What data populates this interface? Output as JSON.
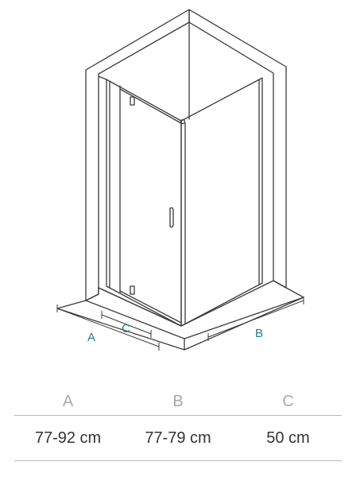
{
  "diagram": {
    "labels": {
      "a": "A",
      "b": "B",
      "c": "C"
    },
    "colors": {
      "line": "#3a3a3a",
      "accent": "#1f7f8c",
      "fill": "#ffffff"
    }
  },
  "dimensions_table": {
    "headers": [
      "A",
      "B",
      "C"
    ],
    "values": [
      "77-92 cm",
      "77-79 cm",
      "50 cm"
    ]
  }
}
